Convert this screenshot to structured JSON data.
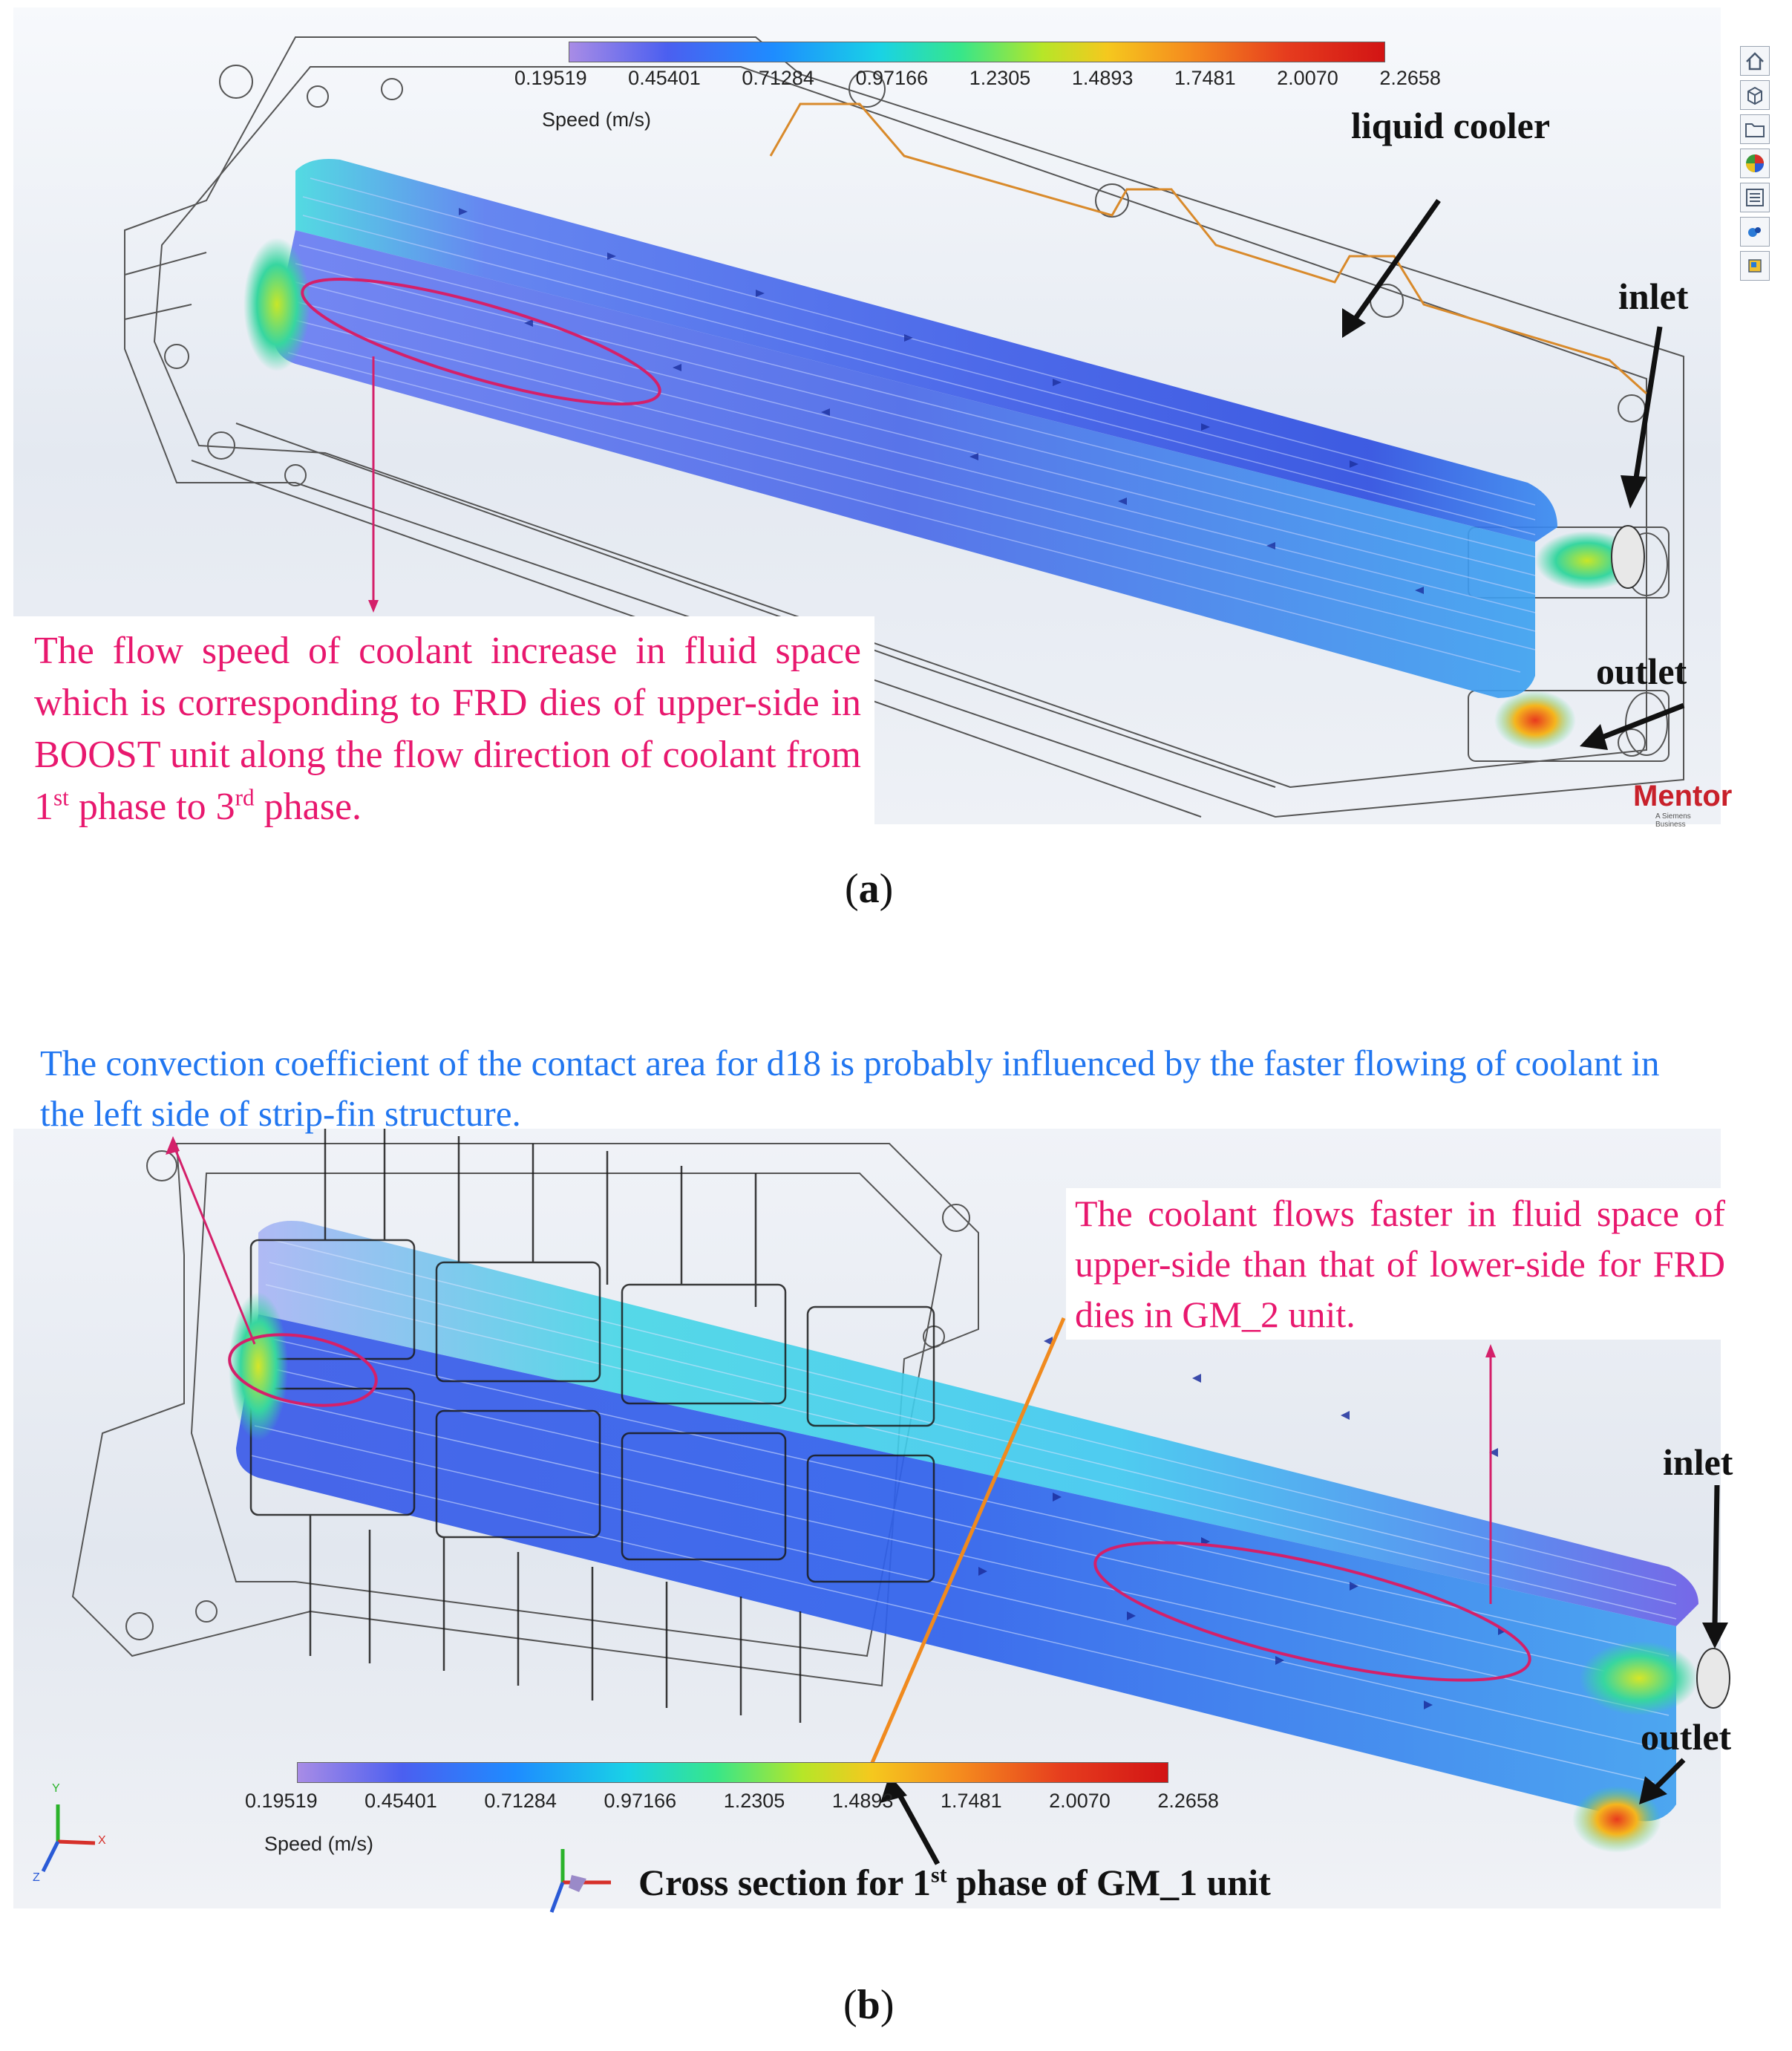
{
  "colorbar": {
    "ticks": [
      "0.19519",
      "0.45401",
      "0.71284",
      "0.97166",
      "1.2305",
      "1.4893",
      "1.7481",
      "2.0070",
      "2.2658"
    ],
    "unit": "Speed (m/s)",
    "colors": [
      "#a88ce6",
      "#4b5ff0",
      "#1e8cff",
      "#19d2e6",
      "#37e68a",
      "#b6e628",
      "#f5c81e",
      "#f58c1e",
      "#e63c1e",
      "#d21414"
    ]
  },
  "panel_a": {
    "label_liquid_cooler": "liquid cooler",
    "label_inlet": "inlet",
    "label_outlet": "outlet",
    "note": {
      "part1": "The flow speed of coolant increase in fluid space which is corresponding to FRD dies of upper-side in BOOST unit along the flow direction of coolant from 1",
      "sup1": "st",
      "part2": " phase to 3",
      "sup2": "rd",
      "part3": " phase."
    },
    "logo": "Mentor",
    "logo_sub": "A Siemens Business",
    "caption_open": "(",
    "caption_letter": "a",
    "caption_close": ")"
  },
  "panel_b": {
    "note_top": "The convection coefficient of the contact area for d18 is probably influenced by the faster flowing of coolant in the left side of strip-fin structure.",
    "note_right": "The coolant flows faster in fluid space of upper-side than that of lower-side for FRD dies in GM_2 unit.",
    "label_inlet": "inlet",
    "label_outlet": "outlet",
    "cross_section": {
      "part1": "Cross section for 1",
      "sup": "st",
      "part2": " phase of GM_1 unit"
    },
    "axis_labels": {
      "x": "X",
      "y": "Y",
      "z": "Z"
    },
    "caption_open": "(",
    "caption_letter": "b",
    "caption_close": ")"
  },
  "style": {
    "note_magenta": "#e8186e",
    "note_blue": "#2176f0",
    "cooler_outline": "#d98a2b",
    "ellipse": "#d4206a"
  }
}
